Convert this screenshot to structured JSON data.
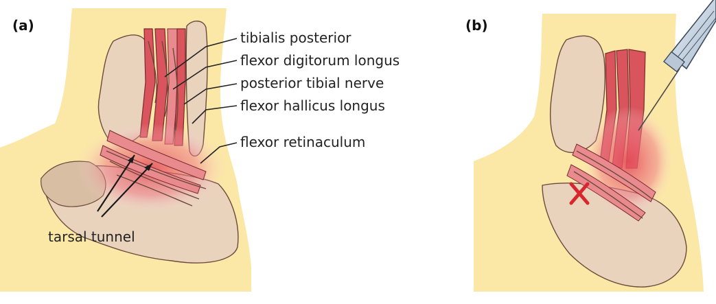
{
  "panels": {
    "a": {
      "label": "(a)"
    },
    "b": {
      "label": "(b)"
    }
  },
  "labels": {
    "tibialis_posterior": "tibialis posterior",
    "flexor_digitorum_longus": "flexor digitorum longus",
    "posterior_tibial_nerve": "posterior tibial nerve",
    "flexor_hallicus_longus": "flexor hallicus longus",
    "flexor_retinaculum": "flexor retinaculum",
    "tarsal_tunnel": "tarsal tunnel"
  },
  "colors": {
    "skin": "#fbe7a6",
    "bone": "#e9d3bd",
    "tendon": "#d9545c",
    "injection_mark": "#d8262e"
  },
  "icons": {
    "syringe": "syringe-icon",
    "injection_site": "x-mark-icon"
  }
}
